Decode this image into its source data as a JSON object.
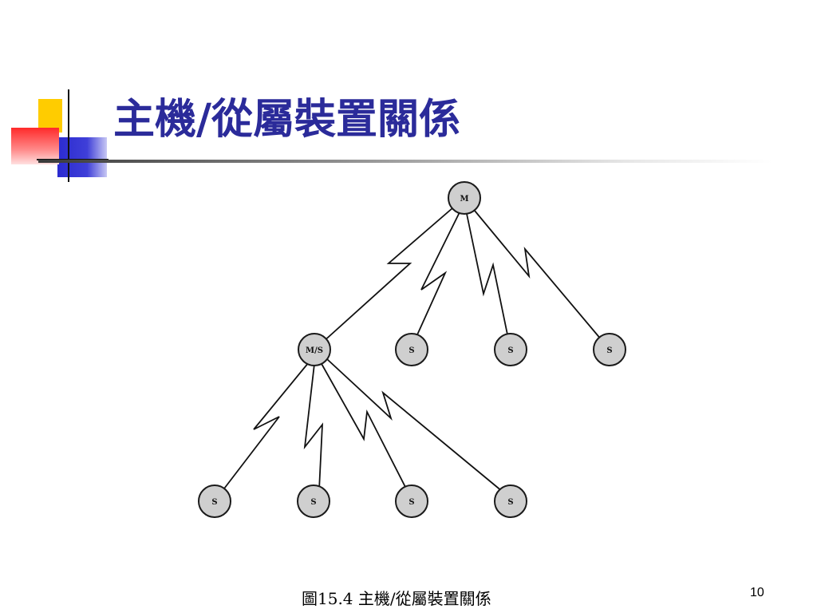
{
  "slide": {
    "title": "主機/從屬裝置關係",
    "caption": "圖15.4 主機/從屬裝置關係",
    "page_number": "10"
  },
  "diagram": {
    "nodes": [
      {
        "id": "m",
        "label": "M",
        "role": "master"
      },
      {
        "id": "ms",
        "label": "M/S",
        "role": "master-slave"
      },
      {
        "id": "s1",
        "label": "S",
        "role": "slave"
      },
      {
        "id": "s2",
        "label": "S",
        "role": "slave"
      },
      {
        "id": "s3",
        "label": "S",
        "role": "slave"
      },
      {
        "id": "s4",
        "label": "S",
        "role": "slave"
      },
      {
        "id": "s5",
        "label": "S",
        "role": "slave"
      },
      {
        "id": "s6",
        "label": "S",
        "role": "slave"
      },
      {
        "id": "s7",
        "label": "S",
        "role": "slave"
      }
    ],
    "links": [
      {
        "from": "m",
        "to": "ms"
      },
      {
        "from": "m",
        "to": "s1"
      },
      {
        "from": "m",
        "to": "s2"
      },
      {
        "from": "m",
        "to": "s3"
      },
      {
        "from": "ms",
        "to": "s4"
      },
      {
        "from": "ms",
        "to": "s5"
      },
      {
        "from": "ms",
        "to": "s6"
      },
      {
        "from": "ms",
        "to": "s7"
      }
    ]
  },
  "colors": {
    "title": "#2b2b9a",
    "node_fill": "#cfcfcf",
    "deco_yellow": "#ffcc00",
    "deco_red": "#ff3333",
    "deco_blue": "#3333cc"
  }
}
